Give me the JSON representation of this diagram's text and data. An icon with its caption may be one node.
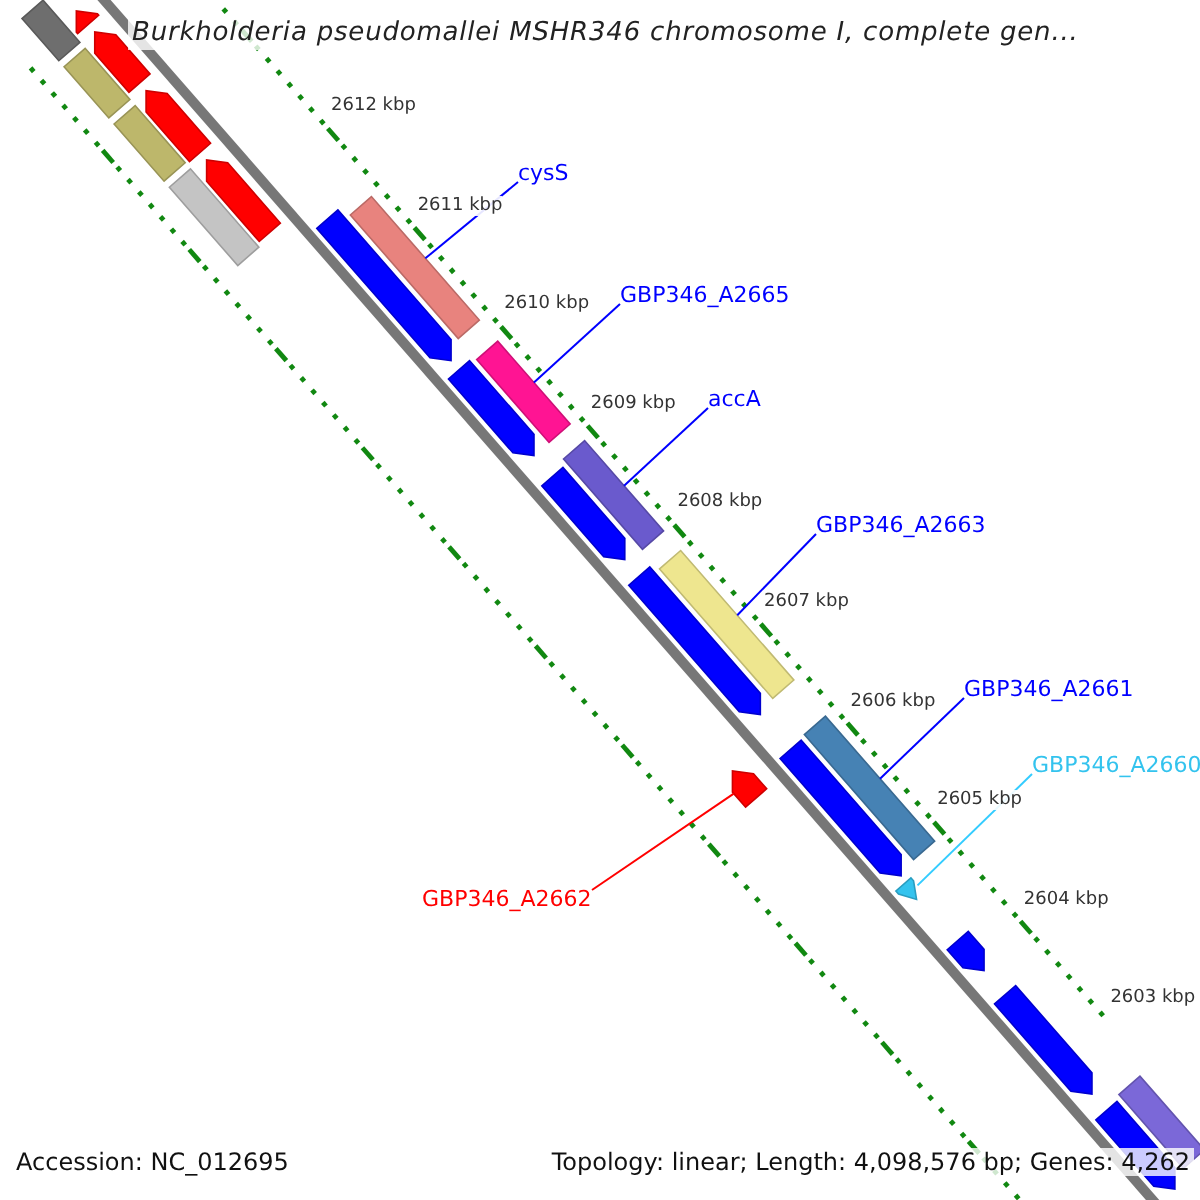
{
  "diagram": {
    "title": "Burkholderia pseudomallei MSHR346 chromosome I, complete gen...",
    "nodes": [
      {
        "text": [
          "cysS"
        ]
      },
      {
        "text": [
          "GBP346_A2665"
        ]
      },
      {
        "text": [
          "accA"
        ]
      },
      {
        "text": [
          "GBP346_A2663"
        ]
      },
      {
        "text": [
          "GBP346_A2661"
        ]
      },
      {
        "text": [
          "GBP346_A2660"
        ]
      },
      {
        "text": [
          "GBP346_A2662"
        ]
      },
      {
        "text": [],
        "shape": "bar"
      },
      {
        "text": [],
        "shape": "bar"
      },
      {
        "text": [],
        "shape": "bar"
      },
      {
        "text": [],
        "shape": "bar"
      },
      {
        "text": [],
        "shape": "bar"
      },
      {
        "text": [],
        "shape": "bar"
      },
      {
        "text": [],
        "shape": "bar"
      },
      {
        "text": [],
        "shape": "bar"
      },
      {
        "text": [],
        "shape": "bar"
      },
      {
        "text": [],
        "shape": "bar"
      },
      {
        "text": [],
        "shape": "bar"
      },
      {
        "text": [],
        "shape": "bar"
      },
      {
        "text": [],
        "shape": "bar"
      },
      {
        "text": [],
        "shape": "bar"
      },
      {
        "text": [],
        "shape": "bar"
      },
      {
        "text": [],
        "shape": "bar"
      },
      {
        "text": [],
        "shape": "bar"
      },
      {
        "text": [],
        "shape": "bar"
      },
      {
        "text": [],
        "shape": "bar"
      },
      {
        "text": [],
        "shape": "bar"
      },
      {
        "text": [],
        "shape": "bar"
      },
      {
        "text": [],
        "shape": "bar"
      },
      {
        "text": [],
        "shape": "bar"
      },
      {
        "text": [],
        "shape": "bar"
      }
    ],
    "edges": [
      {
        "from": 0,
        "to": 16,
        "arrow": "none"
      },
      {
        "from": 1,
        "to": 18,
        "arrow": "none"
      },
      {
        "from": 2,
        "to": 20,
        "arrow": "none"
      },
      {
        "from": 3,
        "to": 22,
        "arrow": "none"
      },
      {
        "from": 4,
        "to": 24,
        "arrow": "none"
      },
      {
        "from": 5,
        "to": 26,
        "arrow": "none",
        "color": "#33ccff"
      },
      {
        "from": 6,
        "to": 23,
        "arrow": "none",
        "color": "#ff0000"
      }
    ],
    "labels": [
      "2612 kbp",
      "2611 kbp",
      "2610 kbp",
      "2609 kbp",
      "2608 kbp",
      "2607 kbp",
      "2606 kbp",
      "2605 kbp",
      "2604 kbp",
      "2603 kbp",
      "Accession: NC_012695",
      "Topology: linear; Length: 4,098,576 bp; Genes: 4,262"
    ]
  }
}
